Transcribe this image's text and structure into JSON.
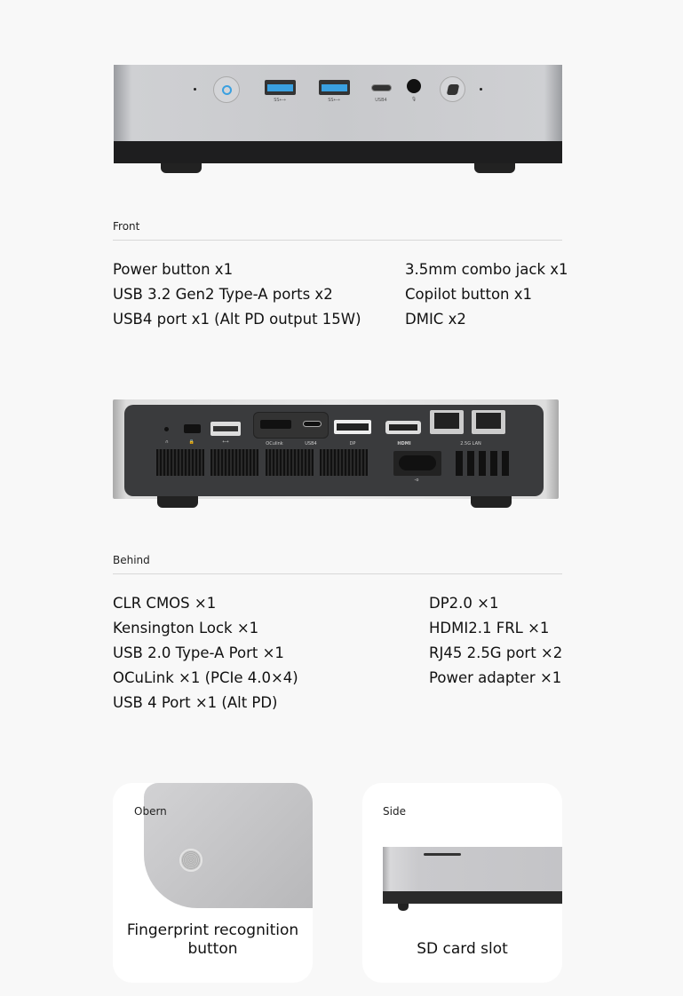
{
  "front": {
    "caption": "Front",
    "port_labels": {
      "usb_a_1": "SS⟷",
      "usb_a_2": "SS⟷",
      "usb_c": "USB4"
    },
    "left_specs": [
      "Power button x1",
      "USB 3.2 Gen2 Type-A ports x2",
      "USB4 port x1 (Alt PD output 15W)"
    ],
    "right_specs": [
      "3.5mm combo jack x1",
      "Copilot button x1",
      "DMIC x2"
    ]
  },
  "behind": {
    "caption": "Behind",
    "port_labels": {
      "oculink": "OCulink",
      "usb4": "USB4",
      "dp": "DP",
      "hdmi": "HDMI",
      "lan": "2.5G LAN"
    },
    "left_specs": [
      "CLR CMOS ×1",
      "Kensington Lock ×1",
      "USB 2.0 Type-A Port ×1",
      "OCuLink ×1 (PCIe 4.0×4)",
      "USB 4 Port ×1 (Alt PD)"
    ],
    "right_specs": [
      "DP2.0 ×1",
      "HDMI2.1 FRL ×1",
      "RJ45 2.5G port ×2",
      "Power adapter ×1"
    ]
  },
  "cards": [
    {
      "caption": "Obern",
      "title": "Fingerprint recognition button"
    },
    {
      "caption": "Side",
      "title": "SD card slot"
    }
  ],
  "colors": {
    "accent": "#3aa0e0",
    "background": "#f8f8f8"
  }
}
